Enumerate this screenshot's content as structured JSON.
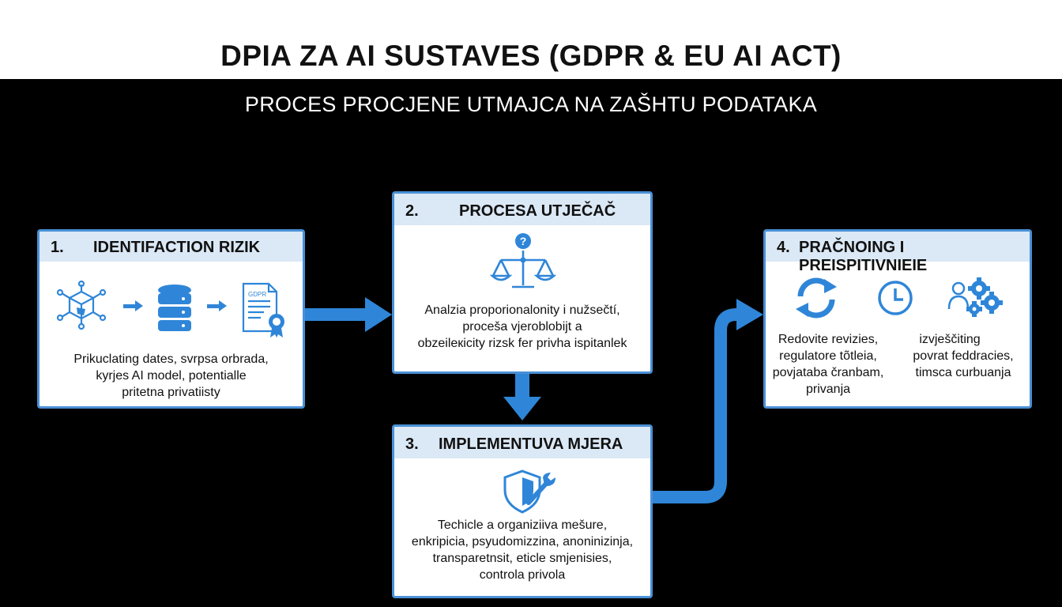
{
  "title": "DPIA ZA AI SUSTAVES (GDPR & EU AI ACT)",
  "subtitle": "PROCES PROCJENE UTMAJCA NA ZAŠHTU PODATAKA",
  "colors": {
    "accent": "#2f86d8",
    "border": "#4a90d6",
    "header_bg": "#dbe8f5"
  },
  "steps": [
    {
      "number": "1.",
      "label": "IDENTIFACTION RIZIK",
      "icons": [
        "ai-chip-network-icon",
        "arrow-right-icon",
        "database-icon",
        "arrow-right-icon",
        "document-certificate-icon"
      ],
      "icon_caption": "GDPR",
      "lines": [
        "Prikuclating dates, svrpsa orbrada,",
        "kyrjes AI model, potentialle",
        "pritetna privatiisty"
      ]
    },
    {
      "number": "2.",
      "label": "PROCESA UTJEČAČ",
      "icons": [
        "scales-question-icon"
      ],
      "lines": [
        "Analzia proporionalonity i nužsečtí,",
        "proceša vjeroblobijt a",
        "obzeileкicity rizsk fer privha ispitanlek"
      ]
    },
    {
      "number": "3.",
      "label": "IMPLEMENTUVA MJERA",
      "icons": [
        "shield-wrench-icon"
      ],
      "lines": [
        "Techicle a organiziiva mešure,",
        "enkripicia, psyudomizzina, anoninizinja,",
        "transparetnsit, eticle smjenisies,",
        "controla privola"
      ]
    },
    {
      "number": "4.",
      "label": "PRAČNOING I PREISPITIVNIEIE",
      "icons": [
        "refresh-cycle-icon",
        "clock-icon",
        "team-gears-icon"
      ],
      "col_left": [
        "Redovite revizies,",
        "regulatore tõtleia,",
        "povjataba čranbam,",
        "privanja"
      ],
      "col_right": [
        "izvješčiting",
        "povrat feddracies,",
        "timsca curbuanja"
      ]
    }
  ]
}
